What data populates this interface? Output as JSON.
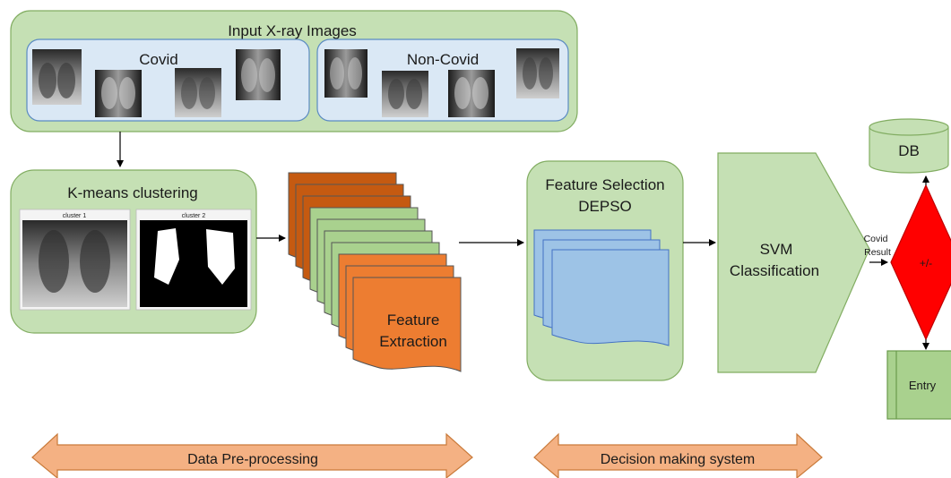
{
  "input_panel": {
    "title": "Input X-ray Images",
    "covid_label": "Covid",
    "noncovid_label": "Non-Covid"
  },
  "kmeans": {
    "title": "K-means clustering",
    "cluster1_label": "cluster 1",
    "cluster2_label": "cluster 2"
  },
  "feature_extraction": {
    "label_line1": "Feature",
    "label_line2": "Extraction"
  },
  "feature_selection": {
    "title_line1": "Feature Selection",
    "title_line2": "DEPSO"
  },
  "svm": {
    "label_line1": "SVM",
    "label_line2": "Classification"
  },
  "result": {
    "label_line1": "Covid",
    "label_line2": "Result"
  },
  "decision": {
    "label": "+/-"
  },
  "db": {
    "label": "DB"
  },
  "entry": {
    "label": "Entry"
  },
  "bottom": {
    "preprocessing_label": "Data Pre-processing",
    "decision_label": "Decision making system"
  },
  "colors": {
    "panel_green": "#c5e0b4",
    "panel_green_stroke": "#82ad62",
    "inner_blue": "#dae8f5",
    "doc_blue": "#9dc3e6",
    "doc_dark_orange": "#c55a11",
    "doc_orange": "#ed7d31",
    "doc_green": "#a9d18e",
    "diamond_red": "#ff0000",
    "arrow_peach": "#f4b183"
  }
}
